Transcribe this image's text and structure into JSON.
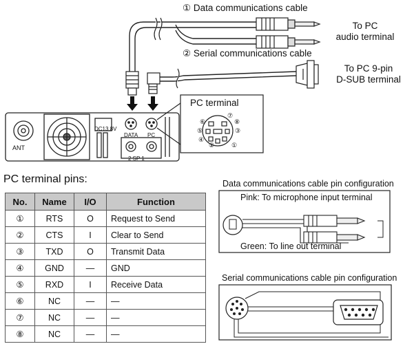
{
  "cables": {
    "data_cable": "①  Data communications cable",
    "serial_cable": "②  Serial communications cable"
  },
  "destinations": {
    "pc_audio_line1": "To PC",
    "pc_audio_line2": "audio terminal",
    "pc_dsub_line1": "To PC 9-pin",
    "pc_dsub_line2": "D-SUB terminal"
  },
  "radio": {
    "ant_label": "ANT",
    "dc_label": "DC13.8V",
    "data_jack_label": "DATA",
    "pc_jack_label": "PC",
    "sp_label": "2  SP  1"
  },
  "pc_terminal": {
    "title": "PC terminal",
    "pins": [
      "①",
      "②",
      "③",
      "④",
      "⑤",
      "⑥",
      "⑦",
      "⑧"
    ]
  },
  "pin_table": {
    "heading": "PC terminal pins:",
    "headers": [
      "No.",
      "Name",
      "I/O",
      "Function"
    ],
    "rows": [
      {
        "no": "①",
        "name": "RTS",
        "io": "O",
        "function": "Request to Send"
      },
      {
        "no": "②",
        "name": "CTS",
        "io": "I",
        "function": "Clear to Send"
      },
      {
        "no": "③",
        "name": "TXD",
        "io": "O",
        "function": "Transmit Data"
      },
      {
        "no": "④",
        "name": "GND",
        "io": "—",
        "function": "GND"
      },
      {
        "no": "⑤",
        "name": "RXD",
        "io": "I",
        "function": "Receive Data"
      },
      {
        "no": "⑥",
        "name": "NC",
        "io": "—",
        "function": "—"
      },
      {
        "no": "⑦",
        "name": "NC",
        "io": "—",
        "function": "—"
      },
      {
        "no": "⑧",
        "name": "NC",
        "io": "—",
        "function": "—"
      }
    ]
  },
  "data_cable_config": {
    "title": "Data communications cable pin configuration",
    "pink_label": "Pink:  To microphone input terminal",
    "green_label": "Green:  To line out terminal"
  },
  "serial_cable_config": {
    "title": "Serial communications cable pin configuration"
  }
}
